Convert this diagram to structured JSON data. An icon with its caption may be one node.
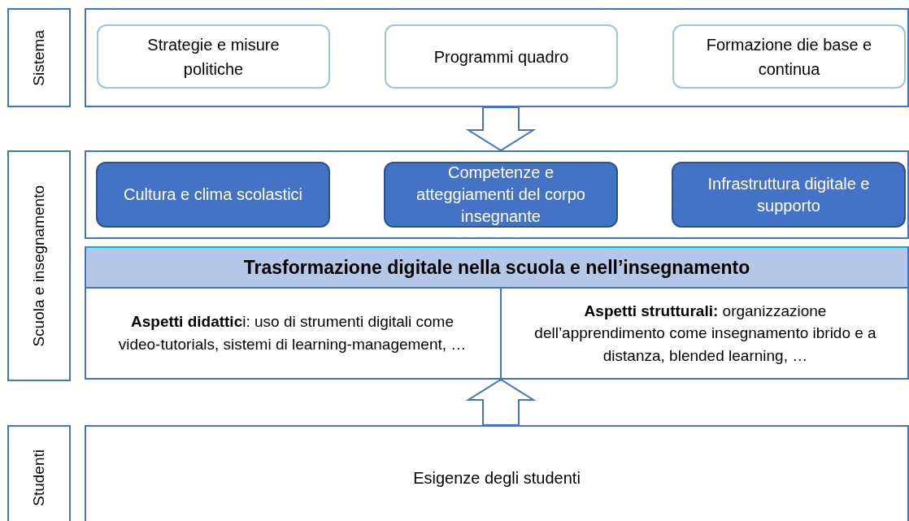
{
  "diagram": {
    "nodes": [
      {
        "text": [
          "Sistema"
        ]
      },
      {
        "text": [],
        "shape": "box"
      },
      {
        "text": [
          "Strategie e misure politiche"
        ],
        "in": 1
      },
      {
        "text": [
          "Programmi quadro"
        ],
        "in": 1
      },
      {
        "text": [
          "Formazione die base e continua"
        ],
        "in": 1
      },
      {
        "text": [
          "Scuola e insegnamento"
        ]
      },
      {
        "text": [],
        "shape": "box"
      },
      {
        "text": [
          "Cultura e clima scolastici"
        ],
        "in": 6
      },
      {
        "text": [
          "Competenze e atteggiamenti del corpo insegnante"
        ],
        "in": 6
      },
      {
        "text": [
          "Infrastruttura digitale e supporto"
        ],
        "in": 6
      },
      {
        "text": [
          "Trasformazione digitale nella scuola e nell’insegnamento"
        ]
      },
      {
        "text": [
          "**Aspetti didattic**i: uso di strumenti digitali come video-tutorials, sistemi di learning-management, …"
        ],
        "in": 10
      },
      {
        "text": [
          "**Aspetti strutturali:** organizzazione dell’apprendimento come insegnamento ibrido e a distanza, blended learning, …"
        ],
        "in": 10
      },
      {
        "text": [
          "Studenti"
        ]
      },
      {
        "text": [
          "Esigenze degli studenti"
        ]
      }
    ],
    "edges": [
      {
        "from": 1,
        "to": 6,
        "arrow": "to"
      },
      {
        "from": 14,
        "to": 10,
        "arrow": "to"
      }
    ]
  }
}
